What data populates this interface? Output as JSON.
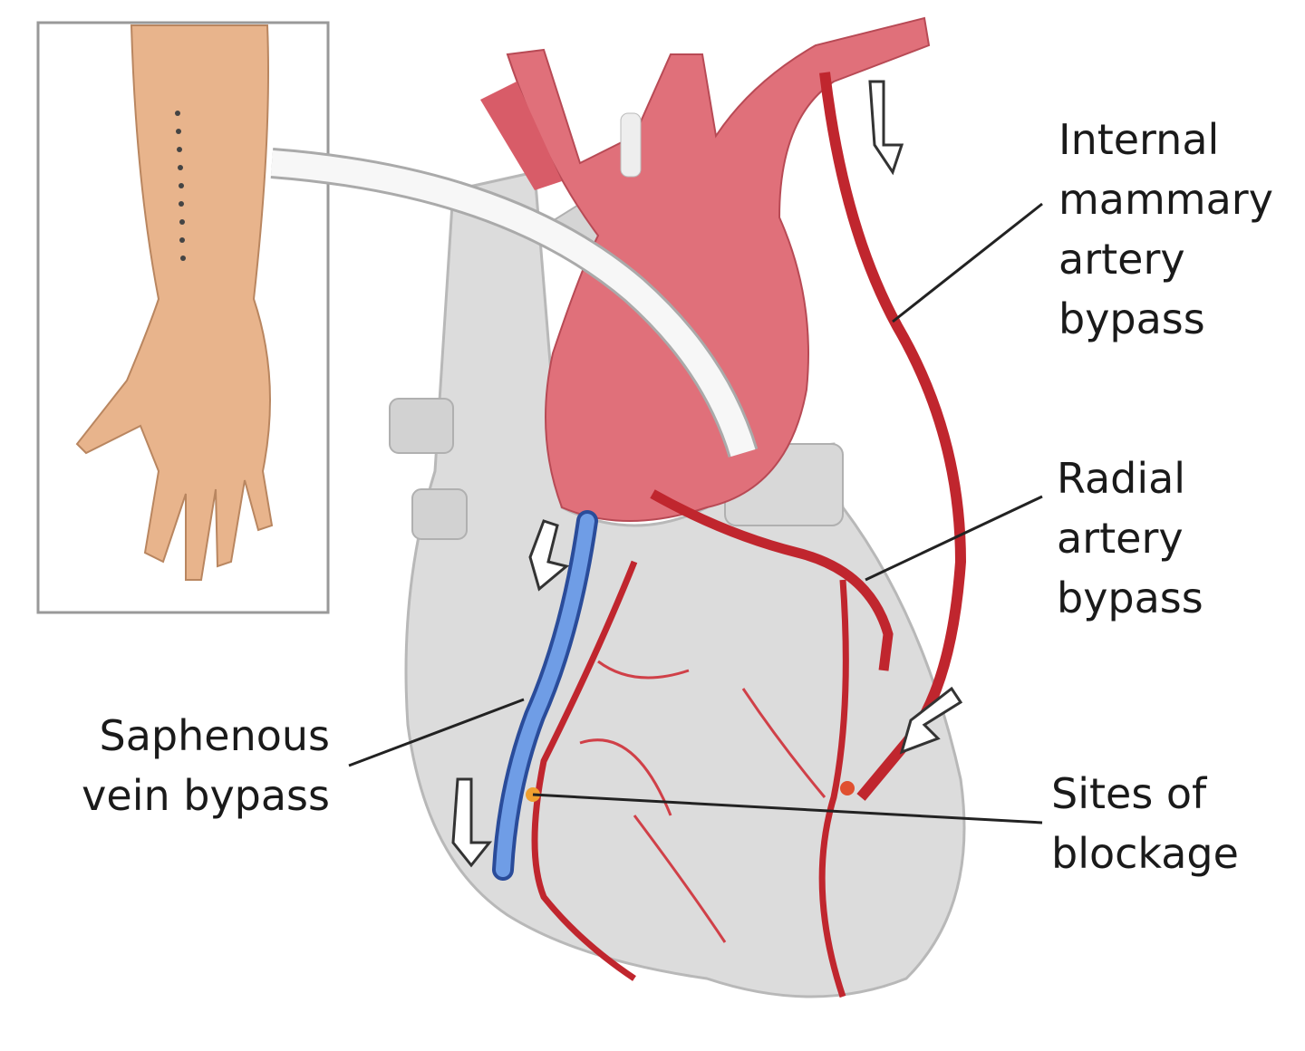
{
  "labels": {
    "internal_mammary": [
      "Internal",
      "mammary",
      "artery",
      "bypass"
    ],
    "radial": [
      "Radial",
      "artery",
      "bypass"
    ],
    "saphenous": [
      "Saphenous",
      "vein bypass"
    ],
    "blockage": [
      "Sites of",
      "blockage"
    ]
  },
  "colors": {
    "artery": "#c0262e",
    "aorta": "#e0707a",
    "heart": "#dcdcdc",
    "vein": "#4a78d0",
    "skin": "#e8b48c"
  }
}
